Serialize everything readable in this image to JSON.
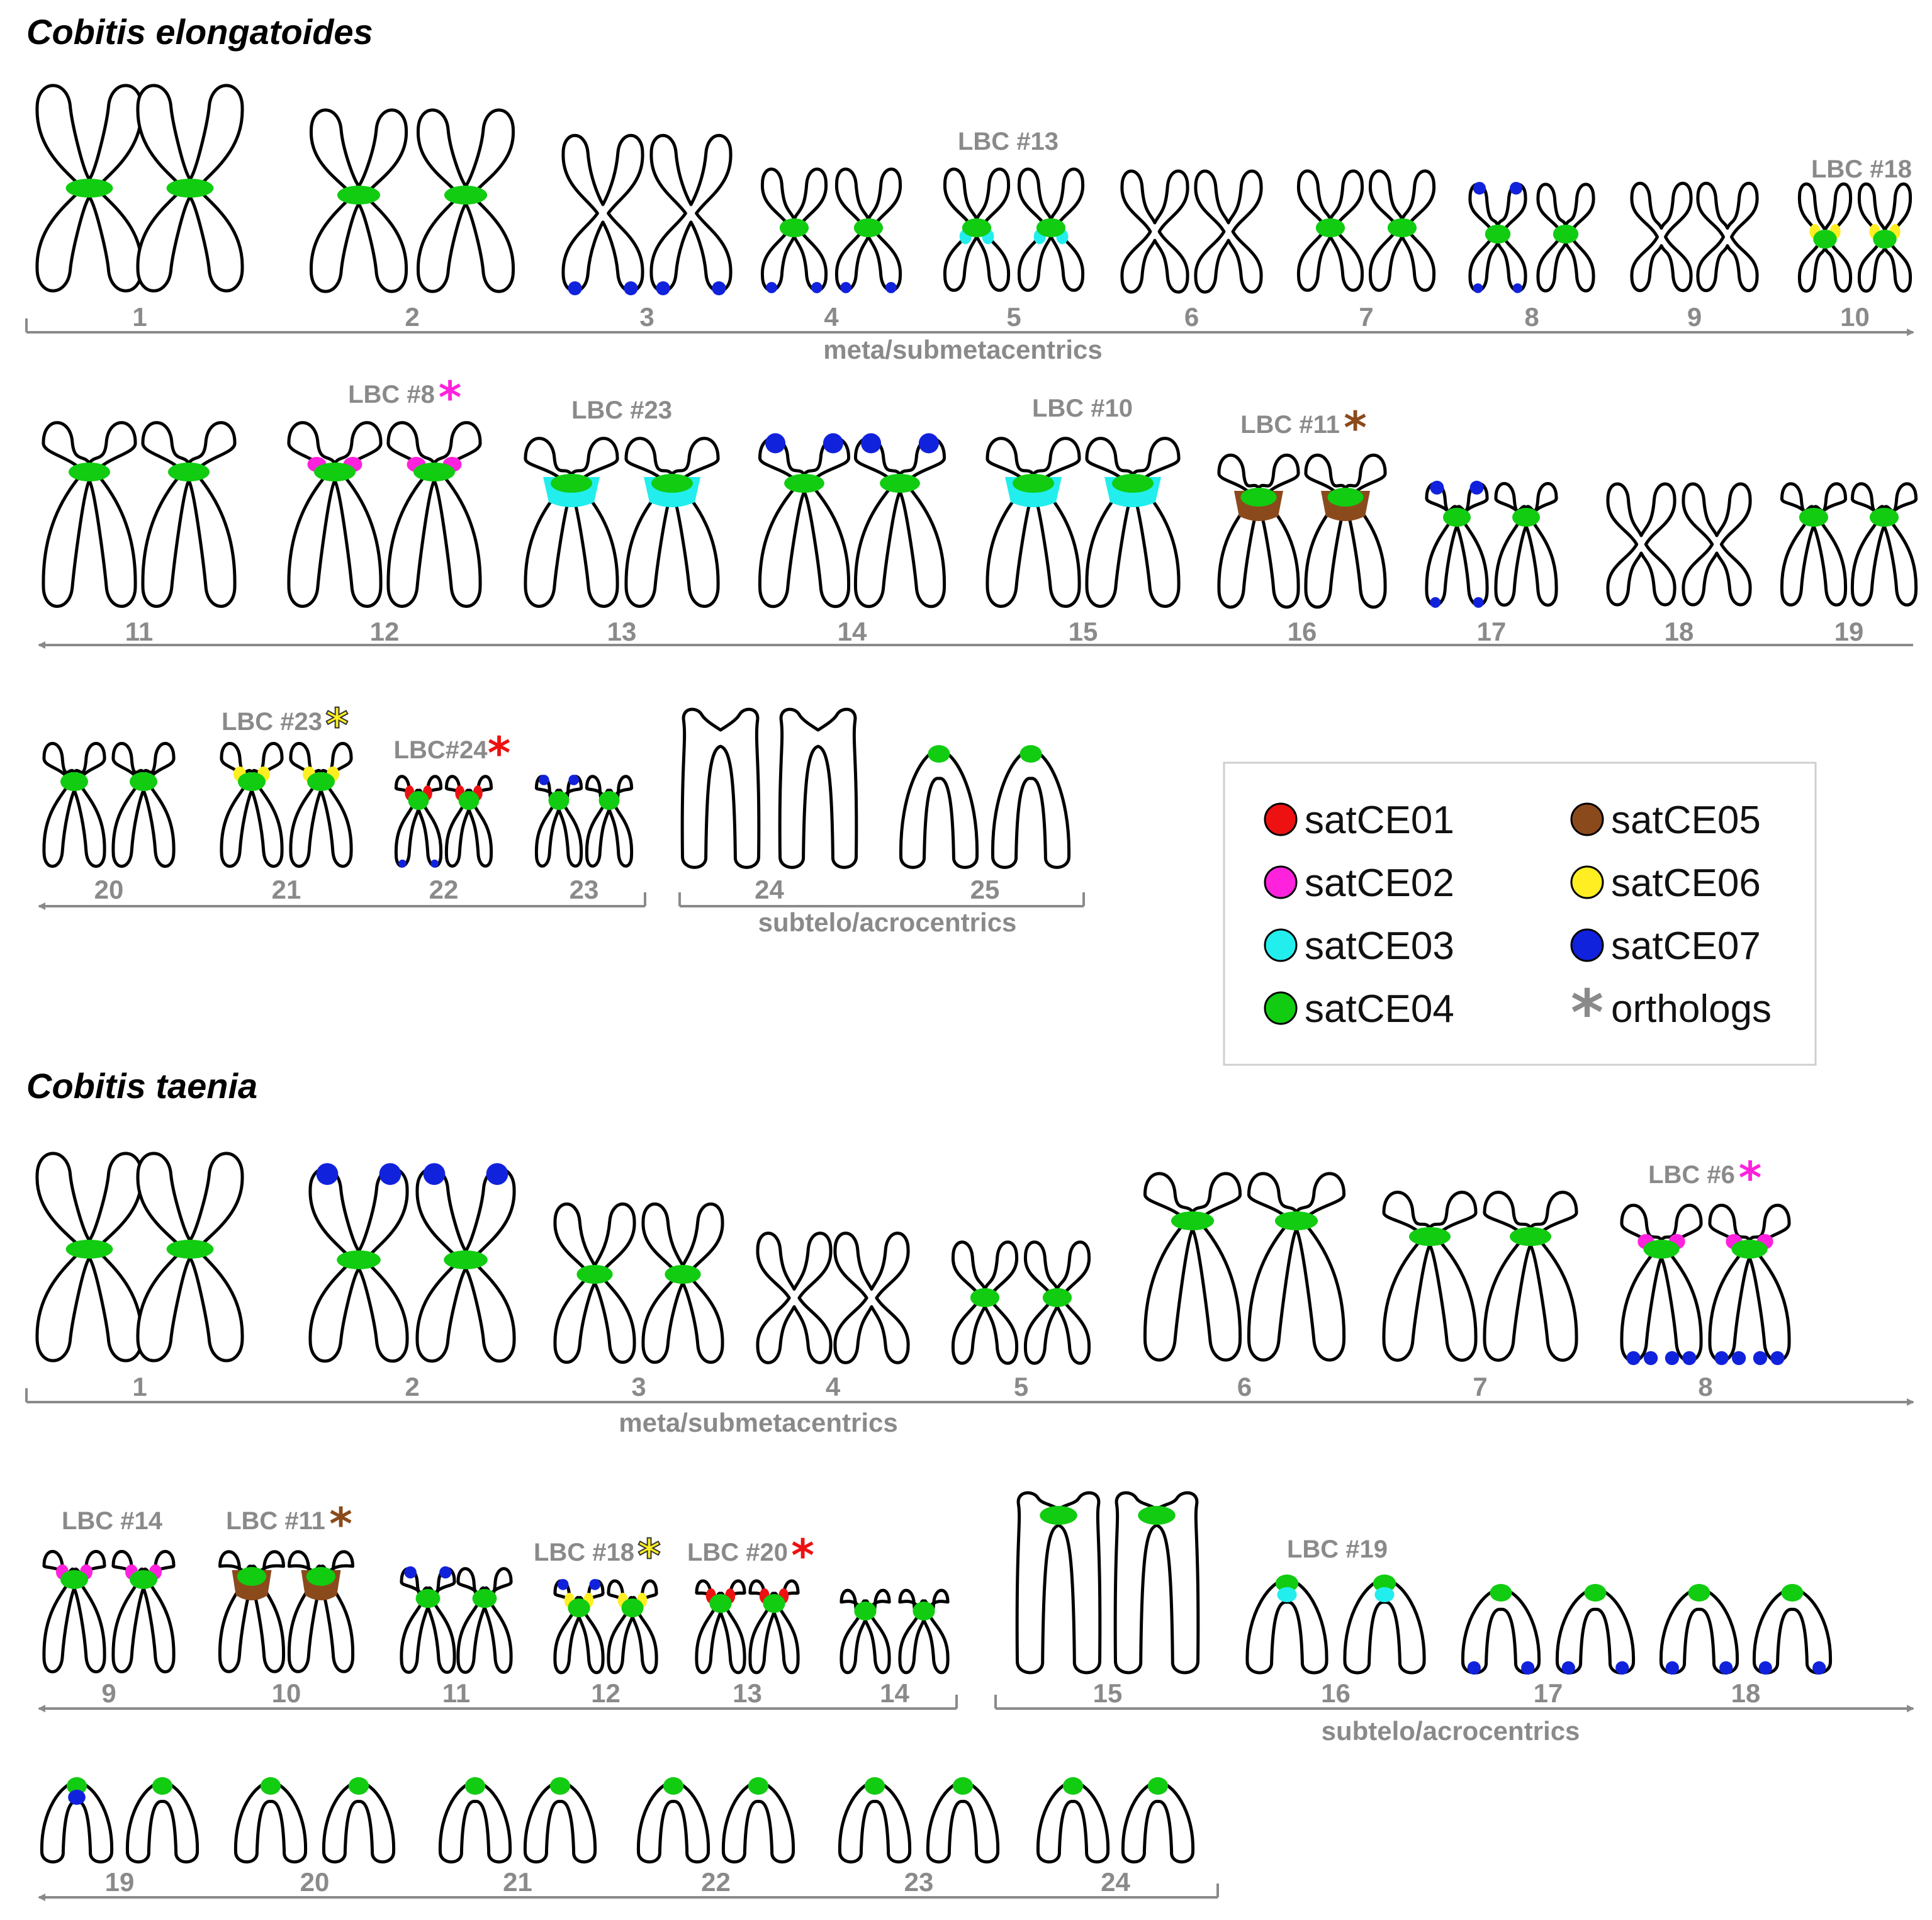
{
  "colors": {
    "satCE01": "#ee1111",
    "satCE02": "#ff22dd",
    "satCE03": "#22eeee",
    "satCE04": "#11cc11",
    "satCE05": "#8b4a1c",
    "satCE06": "#ffee22",
    "satCE07": "#1122dd",
    "orthologs": "#8a8a8a"
  },
  "legend": {
    "items": [
      {
        "key": "satCE01",
        "label": "satCE01"
      },
      {
        "key": "satCE02",
        "label": "satCE02"
      },
      {
        "key": "satCE03",
        "label": "satCE03"
      },
      {
        "key": "satCE04",
        "label": "satCE04"
      },
      {
        "key": "satCE05",
        "label": "satCE05"
      },
      {
        "key": "satCE06",
        "label": "satCE06"
      },
      {
        "key": "satCE07",
        "label": "satCE07"
      },
      {
        "key": "orthologs",
        "label": "orthologs",
        "icon": "asterisk-icon"
      }
    ]
  },
  "species": [
    {
      "name": "Cobitis elongatoides",
      "categories": [
        "meta/submetacentrics",
        "subtelo/acrocentrics"
      ],
      "lbc_labels": [
        {
          "pair": "5",
          "text": "LBC #13",
          "ortholog": null
        },
        {
          "pair": "10",
          "text": "LBC #18",
          "ortholog": null
        },
        {
          "pair": "12",
          "text": "LBC #8",
          "ortholog": "satCE02"
        },
        {
          "pair": "13",
          "text": "LBC #23",
          "ortholog": null
        },
        {
          "pair": "15",
          "text": "LBC #10",
          "ortholog": null
        },
        {
          "pair": "16",
          "text": "LBC #11",
          "ortholog": "satCE05"
        },
        {
          "pair": "21",
          "text": "LBC #23",
          "ortholog": "satCE06"
        },
        {
          "pair": "22",
          "text": "LBC#24",
          "ortholog": "satCE01"
        }
      ],
      "pairs": [
        "1",
        "2",
        "3",
        "4",
        "5",
        "6",
        "7",
        "8",
        "9",
        "10",
        "11",
        "12",
        "13",
        "14",
        "15",
        "16",
        "17",
        "18",
        "19",
        "20",
        "21",
        "22",
        "23",
        "24",
        "25"
      ]
    },
    {
      "name": "Cobitis taenia",
      "categories": [
        "meta/submetacentrics",
        "subtelo/acrocentrics"
      ],
      "lbc_labels": [
        {
          "pair": "8",
          "text": "LBC #6",
          "ortholog": "satCE02"
        },
        {
          "pair": "9",
          "text": "LBC #14",
          "ortholog": null
        },
        {
          "pair": "10",
          "text": "LBC #11",
          "ortholog": "satCE05"
        },
        {
          "pair": "12",
          "text": "LBC #18",
          "ortholog": "satCE06"
        },
        {
          "pair": "13",
          "text": "LBC #20",
          "ortholog": "satCE01"
        },
        {
          "pair": "16",
          "text": "LBC #19",
          "ortholog": null
        }
      ],
      "pairs": [
        "1",
        "2",
        "3",
        "4",
        "5",
        "6",
        "7",
        "8",
        "9",
        "10",
        "11",
        "12",
        "13",
        "14",
        "15",
        "16",
        "17",
        "18",
        "19",
        "20",
        "21",
        "22",
        "23",
        "24"
      ]
    }
  ]
}
